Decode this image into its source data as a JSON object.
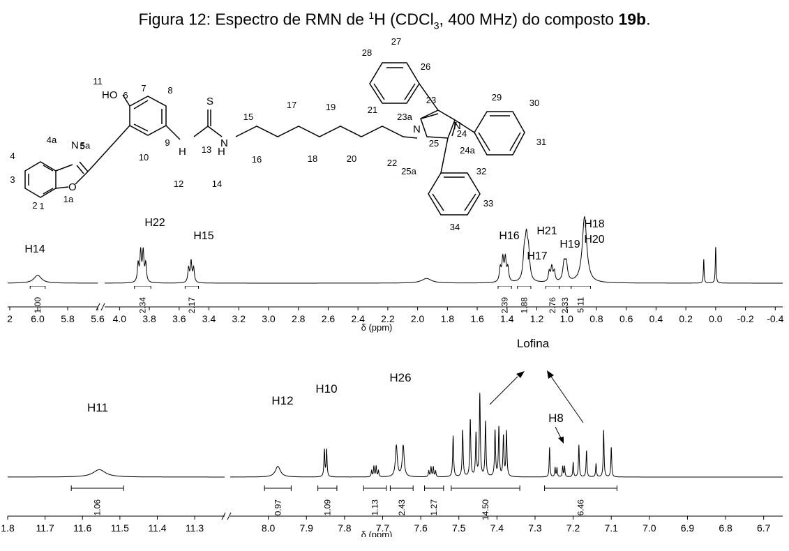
{
  "title": {
    "prefix": "Figura 12: Espectro de RMN de ",
    "sup": "1",
    "mid": "H (CDCl",
    "sub": "3",
    "rest": ", 400 MHz) do composto ",
    "compound": "19b",
    "end": "."
  },
  "structure_labels": [
    "1",
    "1a",
    "2",
    "3",
    "4",
    "4a",
    "5",
    "5a",
    "6",
    "7",
    "8",
    "9",
    "10",
    "11",
    "HO",
    "N",
    "O",
    "12",
    "13",
    "14",
    "H",
    "H",
    "N",
    "S",
    "15",
    "16",
    "17",
    "18",
    "19",
    "20",
    "21",
    "22",
    "23",
    "23a",
    "24",
    "24a",
    "25",
    "25a",
    "26",
    "27",
    "28",
    "29",
    "30",
    "31",
    "32",
    "33",
    "34",
    "N",
    "N"
  ],
  "chart_data": [
    {
      "type": "line",
      "xlabel": "δ (ppm)",
      "x_direction": "reversed",
      "axis_break": {
        "from": 5.6,
        "to": 4.1
      },
      "x_ticks": [
        "2",
        "6.0",
        "5.8",
        "5.6",
        "4.0",
        "3.8",
        "3.6",
        "3.4",
        "3.2",
        "3.0",
        "2.8",
        "2.6",
        "2.4",
        "2.2",
        "2.0",
        "1.8",
        "1.6",
        "1.4",
        "1.2",
        "1.0",
        "0.8",
        "0.6",
        "0.4",
        "0.2",
        "0.0",
        "-0.2",
        "-0.4"
      ],
      "peaks": [
        {
          "ppm": 6.0,
          "height": 0.12,
          "width": 0.03,
          "mult": 1,
          "j": 0
        },
        {
          "ppm": 3.85,
          "height": 0.45,
          "width": 0.006,
          "mult": 4,
          "j": 0.017
        },
        {
          "ppm": 3.52,
          "height": 0.31,
          "width": 0.006,
          "mult": 3,
          "j": 0.017
        },
        {
          "ppm": 1.94,
          "height": 0.07,
          "width": 0.04,
          "mult": 1,
          "j": 0
        },
        {
          "ppm": 1.42,
          "height": 0.34,
          "width": 0.007,
          "mult": 4,
          "j": 0.017
        },
        {
          "ppm": 1.27,
          "height": 0.55,
          "width": 0.01,
          "mult": 3,
          "j": 0.014
        },
        {
          "ppm": 1.1,
          "height": 0.22,
          "width": 0.007,
          "mult": 3,
          "j": 0.017
        },
        {
          "ppm": 1.01,
          "height": 0.26,
          "width": 0.01,
          "mult": 2,
          "j": 0.015
        },
        {
          "ppm": 0.88,
          "height": 1.0,
          "width": 0.018,
          "mult": 1,
          "j": 0
        },
        {
          "ppm": 0.08,
          "height": 0.36,
          "width": 0.003,
          "mult": 1,
          "j": 0
        },
        {
          "ppm": 0.0,
          "height": 0.56,
          "width": 0.003,
          "mult": 1,
          "j": 0
        }
      ],
      "annotations": [
        {
          "text": "H14",
          "ppm": 6.0
        },
        {
          "text": "H22",
          "ppm": 3.84
        },
        {
          "text": "H15",
          "ppm": 3.52
        },
        {
          "text": "H16",
          "ppm": 1.43
        },
        {
          "text": "H21",
          "ppm": 1.27
        },
        {
          "text": "H17",
          "ppm": 1.11
        },
        {
          "text": "H19",
          "ppm": 1.01
        },
        {
          "text": "H18",
          "ppm": 0.86
        },
        {
          "text": "H20",
          "ppm": 0.86
        }
      ],
      "integrals": [
        {
          "value": "1.00",
          "from": 6.05,
          "to": 5.95
        },
        {
          "value": "2.34",
          "from": 3.9,
          "to": 3.79
        },
        {
          "value": "2.17",
          "from": 3.56,
          "to": 3.47
        },
        {
          "value": "2.39",
          "from": 1.46,
          "to": 1.37
        },
        {
          "value": "1.88",
          "from": 1.33,
          "to": 1.24
        },
        {
          "value": "2.76",
          "from": 1.14,
          "to": 1.05
        },
        {
          "value": "2.33",
          "from": 1.05,
          "to": 0.97
        },
        {
          "value": "5.11",
          "from": 0.97,
          "to": 0.84
        }
      ]
    },
    {
      "type": "line",
      "xlabel": "δ (ppm)",
      "x_direction": "reversed",
      "axis_break": {
        "from": 11.2,
        "to": 8.1
      },
      "x_ticks": [
        "1.8",
        "11.7",
        "11.6",
        "11.5",
        "11.4",
        "11.3",
        "8.0",
        "7.9",
        "7.8",
        "7.7",
        "7.6",
        "7.5",
        "7.4",
        "7.3",
        "7.2",
        "7.1",
        "7.0",
        "6.9",
        "6.8",
        "6.7"
      ],
      "peaks": [
        {
          "ppm": 11.555,
          "height": 0.09,
          "width": 0.02,
          "mult": 1,
          "j": 0
        },
        {
          "ppm": 7.975,
          "height": 0.13,
          "width": 0.008,
          "mult": 1,
          "j": 0
        },
        {
          "ppm": 7.85,
          "height": 0.33,
          "width": 0.0014,
          "mult": 2,
          "j": 0.006
        },
        {
          "ppm": 7.72,
          "height": 0.13,
          "width": 0.0013,
          "mult": 4,
          "j": 0.006
        },
        {
          "ppm": 7.655,
          "height": 0.38,
          "width": 0.003,
          "mult": 2,
          "j": 0.018
        },
        {
          "ppm": 7.57,
          "height": 0.12,
          "width": 0.0013,
          "mult": 4,
          "j": 0.006
        },
        {
          "ppm": 7.515,
          "height": 0.5,
          "width": 0.0015,
          "mult": 1,
          "j": 0
        },
        {
          "ppm": 7.49,
          "height": 0.57,
          "width": 0.0015,
          "mult": 1,
          "j": 0
        },
        {
          "ppm": 7.47,
          "height": 0.7,
          "width": 0.0015,
          "mult": 1,
          "j": 0
        },
        {
          "ppm": 7.455,
          "height": 0.52,
          "width": 0.0015,
          "mult": 1,
          "j": 0
        },
        {
          "ppm": 7.445,
          "height": 1.0,
          "width": 0.0015,
          "mult": 1,
          "j": 0
        },
        {
          "ppm": 7.43,
          "height": 0.67,
          "width": 0.0015,
          "mult": 1,
          "j": 0
        },
        {
          "ppm": 7.405,
          "height": 0.56,
          "width": 0.0015,
          "mult": 1,
          "j": 0
        },
        {
          "ppm": 7.395,
          "height": 0.6,
          "width": 0.0015,
          "mult": 1,
          "j": 0
        },
        {
          "ppm": 7.383,
          "height": 0.49,
          "width": 0.0015,
          "mult": 1,
          "j": 0
        },
        {
          "ppm": 7.375,
          "height": 0.55,
          "width": 0.0015,
          "mult": 1,
          "j": 0
        },
        {
          "ppm": 7.262,
          "height": 0.36,
          "width": 0.0012,
          "mult": 1,
          "j": 0
        },
        {
          "ppm": 7.245,
          "height": 0.11,
          "width": 0.0012,
          "mult": 2,
          "j": 0.005
        },
        {
          "ppm": 7.225,
          "height": 0.13,
          "width": 0.0012,
          "mult": 2,
          "j": 0.005
        },
        {
          "ppm": 7.2,
          "height": 0.18,
          "width": 0.0012,
          "mult": 1,
          "j": 0
        },
        {
          "ppm": 7.185,
          "height": 0.39,
          "width": 0.0013,
          "mult": 1,
          "j": 0
        },
        {
          "ppm": 7.165,
          "height": 0.32,
          "width": 0.0013,
          "mult": 1,
          "j": 0
        },
        {
          "ppm": 7.14,
          "height": 0.16,
          "width": 0.0013,
          "mult": 1,
          "j": 0
        },
        {
          "ppm": 7.12,
          "height": 0.57,
          "width": 0.0013,
          "mult": 1,
          "j": 0
        },
        {
          "ppm": 7.1,
          "height": 0.36,
          "width": 0.0013,
          "mult": 1,
          "j": 0
        }
      ],
      "annotations": [
        {
          "text": "H11",
          "ppm": 11.555
        },
        {
          "text": "H12",
          "ppm": 7.98
        },
        {
          "text": "H10",
          "ppm": 7.85
        },
        {
          "text": "H26",
          "ppm": 7.655
        },
        {
          "text": "H8",
          "ppm": 7.24
        },
        {
          "text": "Lofina",
          "ppm": 7.32
        }
      ],
      "integrals": [
        {
          "value": "1.06",
          "from": 11.63,
          "to": 11.49
        },
        {
          "value": "0.97",
          "from": 8.01,
          "to": 7.94
        },
        {
          "value": "1.09",
          "from": 7.87,
          "to": 7.82
        },
        {
          "value": "1.13",
          "from": 7.75,
          "to": 7.69
        },
        {
          "value": "2.43",
          "from": 7.68,
          "to": 7.62
        },
        {
          "value": "1.27",
          "from": 7.59,
          "to": 7.54
        },
        {
          "value": "14.50",
          "from": 7.52,
          "to": 7.34
        },
        {
          "value": "6.46",
          "from": 7.275,
          "to": 7.085
        }
      ]
    }
  ]
}
